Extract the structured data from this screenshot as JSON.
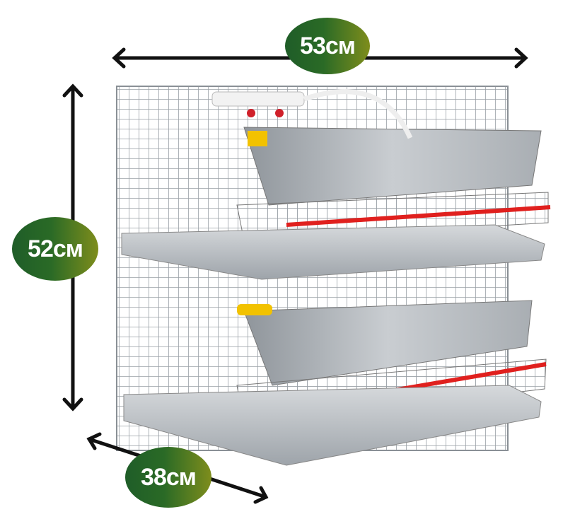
{
  "dimensions": {
    "width_label": "53см",
    "height_label": "52см",
    "depth_label": "38см"
  },
  "colors": {
    "badge_dark": "#1f5d28",
    "badge_light": "#7e8d1c",
    "arrow": "#111111",
    "wire": "#9aa0a6",
    "tray": "#b9bec3",
    "accent_red": "#e0201e",
    "drinker_yellow": "#f2c200"
  }
}
